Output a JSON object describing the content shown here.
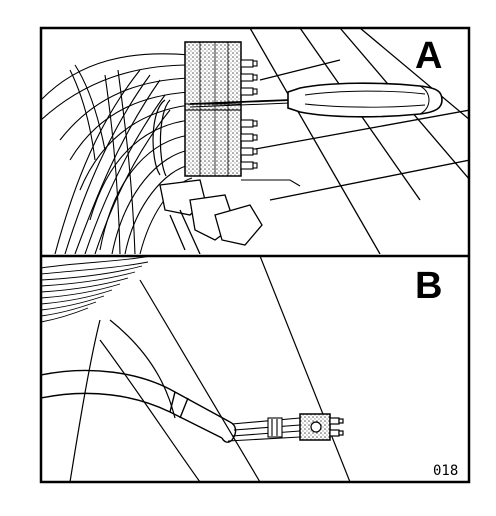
{
  "panel_a": {
    "label": "A"
  },
  "panel_b": {
    "label": "B"
  },
  "figure_code": "018",
  "colors": {
    "ink": "#000000",
    "paper": "#ffffff",
    "stipple": "#8a8a8a"
  }
}
